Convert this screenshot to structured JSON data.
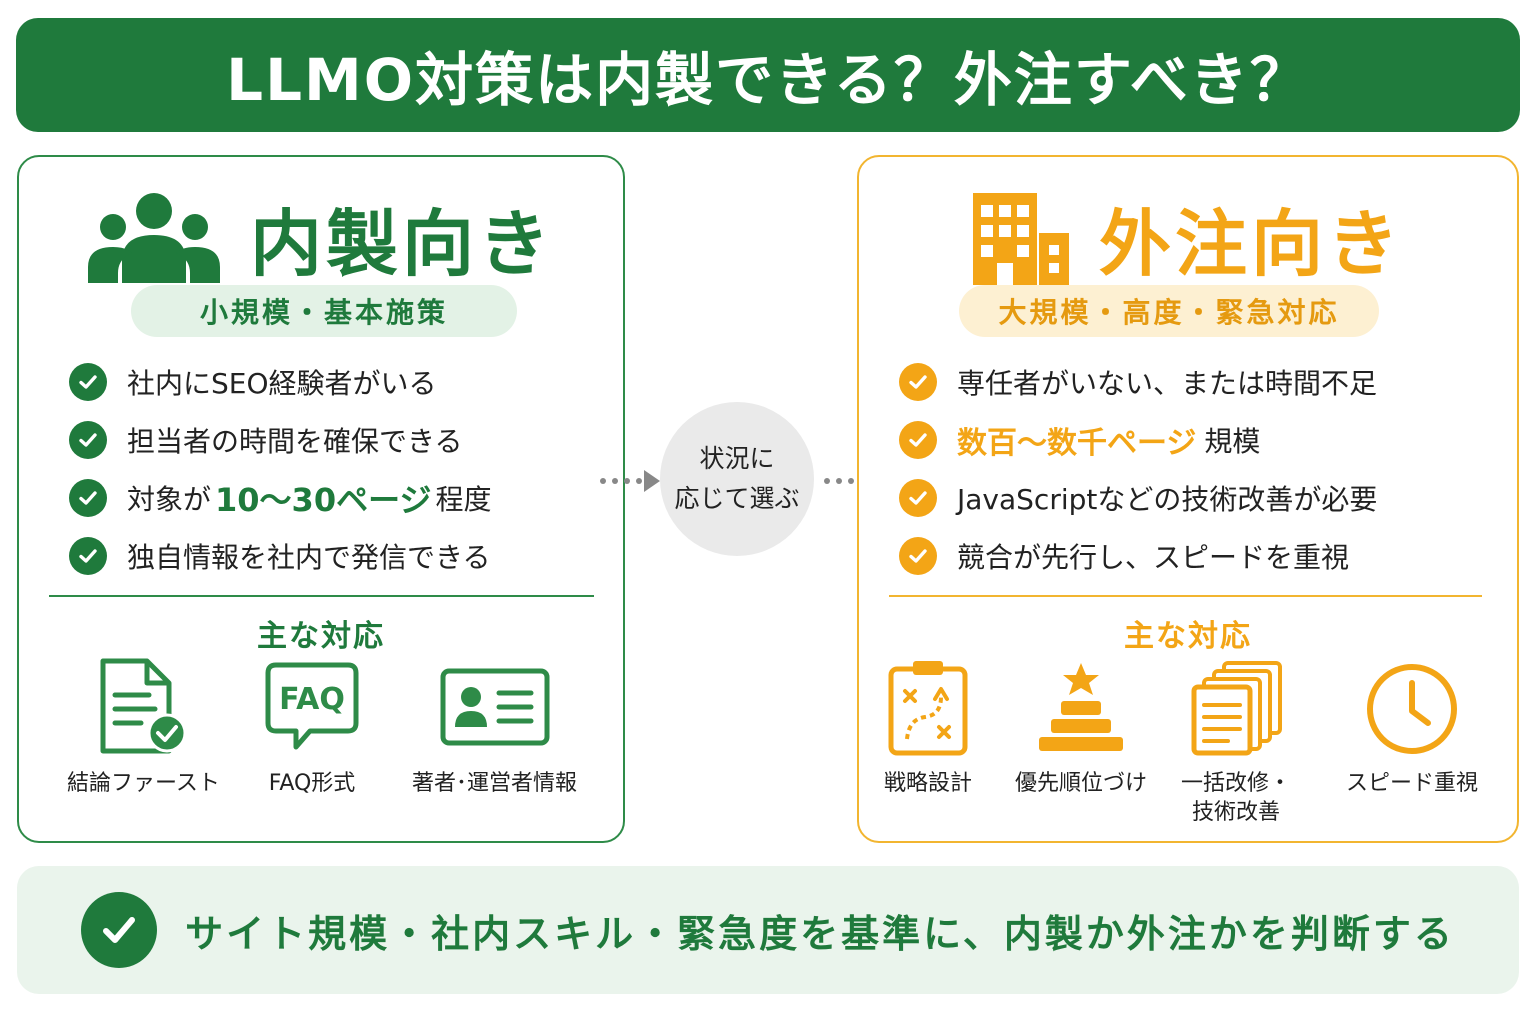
{
  "header": {
    "title": "LLMO対策は内製できる？外注すべき？"
  },
  "center": {
    "line1": "状況に",
    "line2": "応じて選ぶ"
  },
  "left": {
    "title": "内製向き",
    "pill": "小規模・基本施策",
    "checks": [
      {
        "text": "社内にSEO経験者がいる"
      },
      {
        "text": "担当者の時間を確保できる"
      },
      {
        "before": "対象が",
        "highlight": "10～30ページ",
        "after": "程度"
      },
      {
        "text": "独自情報を社内で発信できる"
      }
    ],
    "sub_title": "主な対応",
    "icons": [
      {
        "label": "結論ファースト",
        "icon": "document-check-icon"
      },
      {
        "label": "FAQ形式",
        "icon": "faq-bubble-icon",
        "icon_text": "FAQ"
      },
      {
        "label": "著者･運営者情報",
        "icon": "profile-card-icon"
      }
    ],
    "accent": "#1f7a3c"
  },
  "right": {
    "title": "外注向き",
    "pill": "大規模・高度・緊急対応",
    "checks": [
      {
        "text": "専任者がいない、または時間不足"
      },
      {
        "highlight": "数百～数千ページ",
        "after": "規模"
      },
      {
        "text": "JavaScriptなどの技術改善が必要"
      },
      {
        "text": "競合が先行し、スピードを重視"
      }
    ],
    "sub_title": "主な対応",
    "icons": [
      {
        "label": "戦略設計",
        "icon": "strategy-board-icon"
      },
      {
        "label": "優先順位づけ",
        "icon": "priority-stack-icon"
      },
      {
        "label": "一括改修・",
        "label2": "技術改善",
        "icon": "document-stack-icon"
      },
      {
        "label": "スピード重視",
        "icon": "clock-icon"
      }
    ],
    "accent": "#f3a516"
  },
  "footer": {
    "text": "サイト規模・社内スキル・緊急度を基準に、内製か外注かを判断する"
  }
}
